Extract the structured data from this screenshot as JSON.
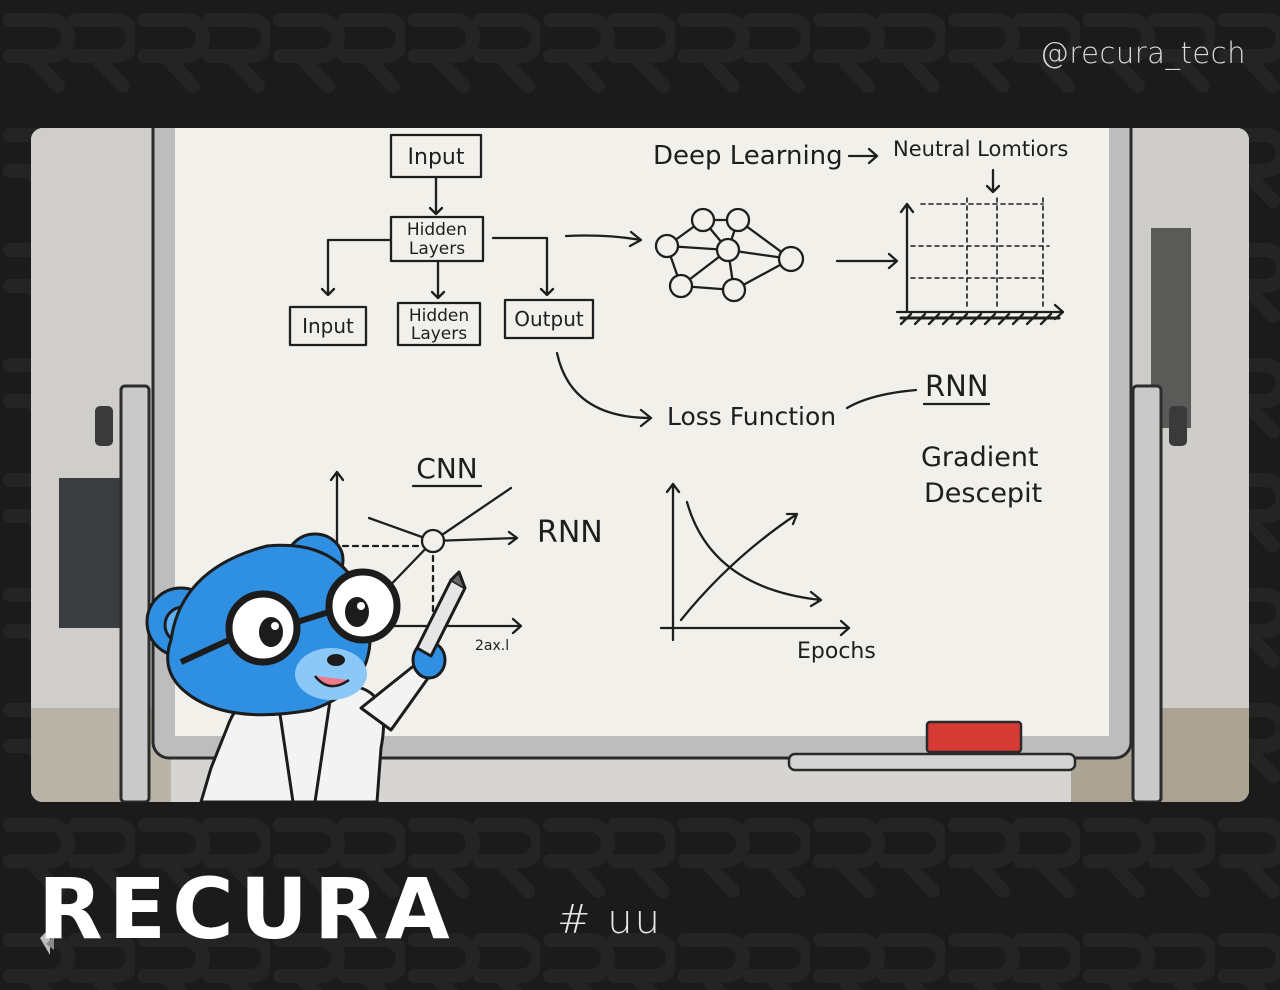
{
  "header": {
    "handle": "@recura_tech"
  },
  "whiteboard": {
    "flow": {
      "top_box": "Input",
      "middle_box_line1": "Hidden",
      "middle_box_line2": "Layers",
      "left_box": "Input",
      "center_box_line1": "Hidden",
      "center_box_line2": "Layers",
      "right_box": "Output"
    },
    "title": "Deep Learning",
    "arrow_target": "Neutral Lomtiors",
    "loss": "Loss Function",
    "rnn_top": "RNN",
    "gradient_line1": "Gradient",
    "gradient_line2": "Descepit",
    "cnn": "CNN",
    "rnn_mid": "RNN",
    "axis_small": "2ax.l",
    "epochs": "Epochs"
  },
  "footer": {
    "brand": "RECURA",
    "tag": "# uu"
  },
  "colors": {
    "background": "#1b1b1c",
    "board": "#f2f0ea",
    "frame": "#c8c8c8",
    "mascot": "#2f8fe3",
    "eraser": "#d63a35",
    "text": "#ffffff"
  },
  "icons": [
    "mascot-bear",
    "pen",
    "eraser",
    "brand-logo-mark"
  ]
}
